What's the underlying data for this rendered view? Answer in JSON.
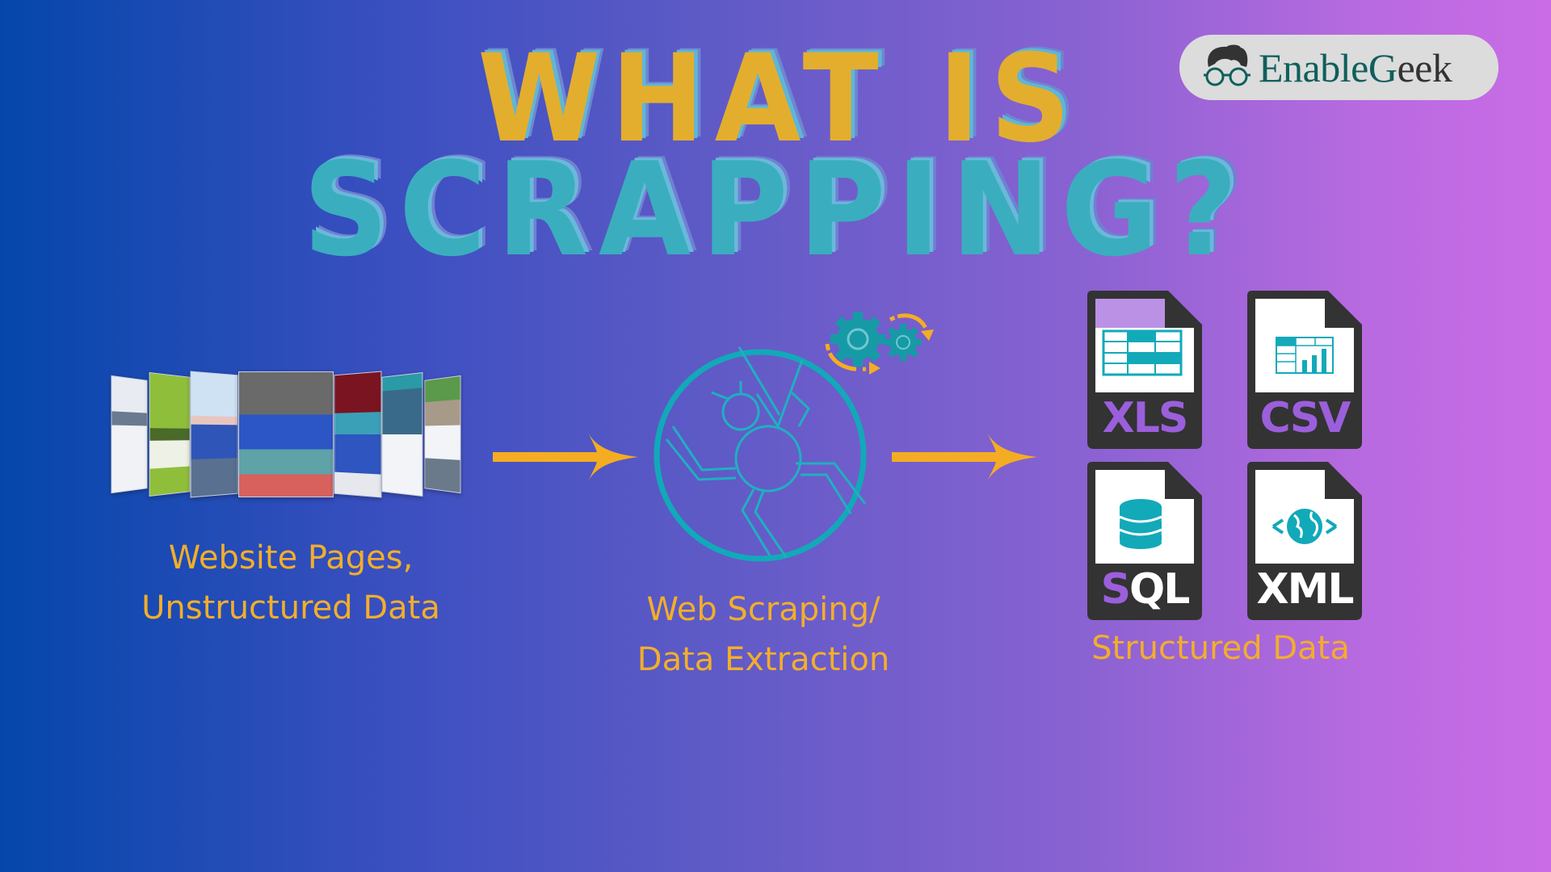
{
  "title": {
    "line1": "WHAT IS",
    "line2": "SCRAPPING?"
  },
  "logo": {
    "brand_part1": "Enable",
    "brand_part2": "G",
    "brand_part3": "eek",
    "icon": "geek-glasses-icon"
  },
  "flow": {
    "step1": {
      "icon": "website-pages-collage",
      "caption_line1": "Website Pages,",
      "caption_line2": "Unstructured Data"
    },
    "step2": {
      "icon": "spider-icon",
      "badge_icon": "gears-icon",
      "caption_line1": "Web Scraping/",
      "caption_line2": "Data Extraction"
    },
    "step3": {
      "caption": "Structured Data",
      "files": [
        {
          "label": "XLS",
          "icon": "spreadsheet-icon",
          "label_color": "#9b5fdc"
        },
        {
          "label": "CSV",
          "icon": "table-chart-icon",
          "label_color": "#9b5fdc"
        },
        {
          "label": "SQL",
          "icon": "database-icon",
          "label_color": "#ffffff"
        },
        {
          "label": "XML",
          "icon": "globe-code-icon",
          "label_color": "#ffffff"
        }
      ]
    },
    "arrows": [
      "arrow-right",
      "arrow-right"
    ]
  },
  "colors": {
    "bg_left": "#0447aa",
    "bg_right": "#ca6ce6",
    "title_yellow": "#e3ae2e",
    "title_teal": "#3aaebe",
    "caption_orange": "#f2ae2b",
    "arrow_orange": "#f4ad22",
    "icon_teal": "#12a9b9",
    "file_dark": "#333333",
    "logo_bg": "#dcdcdc",
    "logo_teal": "#0f5f5c"
  }
}
